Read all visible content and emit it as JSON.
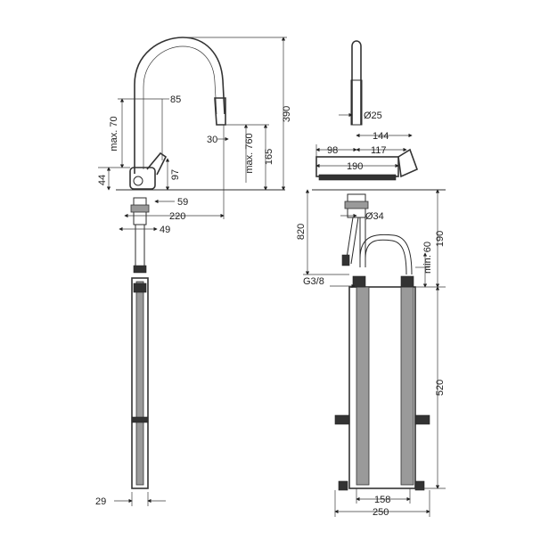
{
  "dimensions": {
    "d85": "85",
    "max70": "max. 70",
    "d390": "390",
    "d30": "30",
    "max760": "max. 760",
    "d165": "165",
    "d97": "97",
    "d44": "44",
    "d59": "59",
    "d220": "220",
    "d49": "49",
    "d29": "29",
    "dia25": "Ø25",
    "d144": "144",
    "d98": "98",
    "d117": "117",
    "d190a": "190",
    "dia34": "Ø34",
    "d820": "820",
    "min60": "min. 60",
    "d190b": "190",
    "g38": "G3/8",
    "d520": "520",
    "d158": "158",
    "d250": "250"
  },
  "colors": {
    "line": "#2b2b2b",
    "fill": "#9a9a9a",
    "background": "#ffffff"
  }
}
